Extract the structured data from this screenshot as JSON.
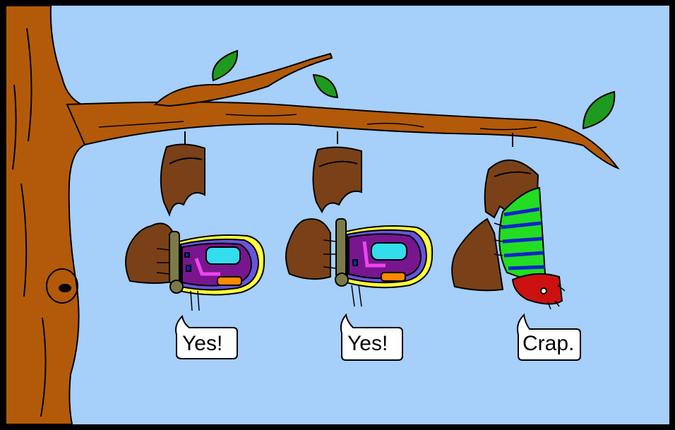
{
  "speech": {
    "left": "Yes!",
    "middle": "Yes!",
    "right": "Crap."
  },
  "colors": {
    "frame": "#000000",
    "sky": "#a6cffa",
    "bark": "#b35a0a",
    "cocoon": "#7a4118",
    "leaf": "#1e9a1e",
    "wing_purple": "#78168e",
    "wing_yellow": "#ffff3c",
    "wing_blue": "#6655dd",
    "wing_spot_cyan": "#33ddee",
    "wing_spot_orange": "#ff8800",
    "wing_mark_pink": "#ee44ee",
    "body_olive": "#7b7b4a",
    "caterpillar_green": "#22dd22",
    "caterpillar_stripe": "#1122cc",
    "caterpillar_head": "#cc1111",
    "bubble": "#ffffff"
  },
  "icons": [
    "tree-icon",
    "leaf-icon",
    "cocoon-icon",
    "butterfly-icon",
    "caterpillar-icon",
    "speech-bubble-icon"
  ]
}
